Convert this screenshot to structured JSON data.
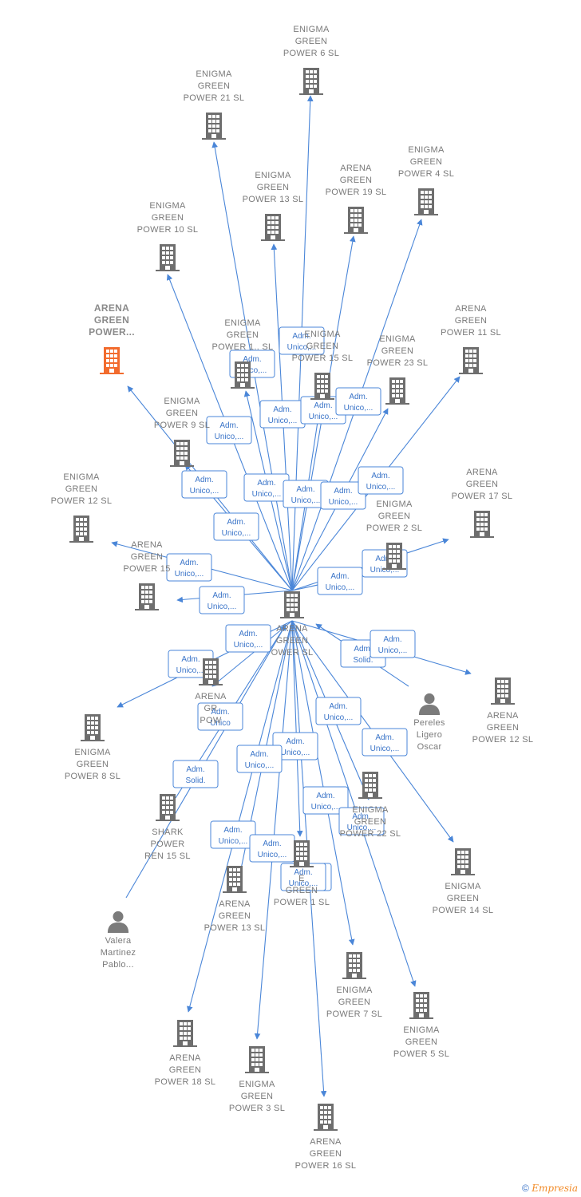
{
  "colors": {
    "edge": "#4a86d8",
    "company": "#6e6e6e",
    "focus_company": "#f26b2d",
    "person": "#7b7b7b",
    "badge_text": "#3a74c8"
  },
  "center": {
    "label": [
      "ARENA",
      "GREEN",
      "OWER  SL"
    ],
    "icon": "building-icon"
  },
  "nodes": [
    {
      "id": "n1",
      "type": "company",
      "label": [
        "ENIGMA",
        "GREEN",
        "POWER 6  SL"
      ]
    },
    {
      "id": "n2",
      "type": "company",
      "label": [
        "ENIGMA",
        "GREEN",
        "POWER 21  SL"
      ]
    },
    {
      "id": "n3",
      "type": "company",
      "label": [
        "ENIGMA",
        "GREEN",
        "POWER 4  SL"
      ]
    },
    {
      "id": "n4",
      "type": "company",
      "label": [
        "ENIGMA",
        "GREEN",
        "POWER 13  SL"
      ]
    },
    {
      "id": "n5",
      "type": "company",
      "label": [
        "ARENA",
        "GREEN",
        "POWER 19  SL"
      ]
    },
    {
      "id": "n6",
      "type": "company",
      "label": [
        "ENIGMA",
        "GREEN",
        "POWER 10  SL"
      ]
    },
    {
      "id": "n7",
      "type": "company",
      "focus": true,
      "label": [
        "ARENA",
        "GREEN",
        "POWER..."
      ]
    },
    {
      "id": "n8",
      "type": "company",
      "label": [
        "ARENA",
        "GREEN",
        "POWER 11  SL"
      ]
    },
    {
      "id": "n9",
      "type": "company",
      "label": [
        "ENIGMA",
        "GREEN",
        "POWER 1..  SL"
      ]
    },
    {
      "id": "n10",
      "type": "company",
      "label": [
        "ENIGMA",
        "GREEN",
        "POWER 15  SL"
      ]
    },
    {
      "id": "n11",
      "type": "company",
      "label": [
        "ENIGMA",
        "GREEN",
        "POWER 23  SL"
      ]
    },
    {
      "id": "n12",
      "type": "company",
      "label": [
        "ENIGMA",
        "GREEN",
        "POWER 9  SL"
      ]
    },
    {
      "id": "n13",
      "type": "company",
      "label": [
        "ENIGMA",
        "GREEN",
        "POWER 12  SL"
      ]
    },
    {
      "id": "n14",
      "type": "company",
      "label": [
        "ARENA",
        "GREEN",
        "POWER 17  SL"
      ]
    },
    {
      "id": "n15",
      "type": "company",
      "label": [
        "ENIGMA",
        "GREEN",
        "POWER 2  SL"
      ]
    },
    {
      "id": "n16",
      "type": "company",
      "label": [
        "ARENA",
        "GREEN",
        "POWER 15"
      ]
    },
    {
      "id": "n17",
      "type": "company",
      "label": [
        "ARENA",
        "GREEN",
        "POWER 12  SL"
      ]
    },
    {
      "id": "n18",
      "type": "person",
      "label": [
        "Pereles",
        "Ligero",
        "Oscar"
      ]
    },
    {
      "id": "n19",
      "type": "company",
      "label": [
        "ARENA",
        "GR",
        "POW"
      ]
    },
    {
      "id": "n20",
      "type": "company",
      "label": [
        "ENIGMA",
        "GREEN",
        "POWER 8  SL"
      ]
    },
    {
      "id": "n21",
      "type": "company",
      "label": [
        "SHARK",
        "POWER",
        "REN 15  SL"
      ]
    },
    {
      "id": "n22",
      "type": "company",
      "label": [
        "ENIGMA",
        "GREEN",
        "POWER 22  SL"
      ]
    },
    {
      "id": "n23",
      "type": "company",
      "label": [
        "ENIGMA",
        "GREEN",
        "POWER 14  SL"
      ]
    },
    {
      "id": "n24",
      "type": "company",
      "label": [
        "ARENA",
        "GREEN",
        "POWER 13  SL"
      ]
    },
    {
      "id": "n25",
      "type": "company",
      "label": [
        "E",
        "GREEN",
        "POWER 1  SL"
      ]
    },
    {
      "id": "n26",
      "type": "person",
      "label": [
        "Valera",
        "Martinez",
        "Pablo..."
      ]
    },
    {
      "id": "n27",
      "type": "company",
      "label": [
        "ENIGMA",
        "GREEN",
        "POWER 7  SL"
      ]
    },
    {
      "id": "n28",
      "type": "company",
      "label": [
        "ENIGMA",
        "GREEN",
        "POWER 5  SL"
      ]
    },
    {
      "id": "n29",
      "type": "company",
      "label": [
        "ARENA",
        "GREEN",
        "POWER 18  SL"
      ]
    },
    {
      "id": "n30",
      "type": "company",
      "label": [
        "ENIGMA",
        "GREEN",
        "POWER 3  SL"
      ]
    },
    {
      "id": "n31",
      "type": "company",
      "label": [
        "ARENA",
        "GREEN",
        "POWER 16  SL"
      ]
    }
  ],
  "edges": [
    {
      "from": "center",
      "to": "n1"
    },
    {
      "from": "center",
      "to": "n2"
    },
    {
      "from": "center",
      "to": "n3"
    },
    {
      "from": "center",
      "to": "n4"
    },
    {
      "from": "center",
      "to": "n5"
    },
    {
      "from": "center",
      "to": "n6"
    },
    {
      "from": "center",
      "to": "n7"
    },
    {
      "from": "center",
      "to": "n8"
    },
    {
      "from": "center",
      "to": "n9"
    },
    {
      "from": "center",
      "to": "n10"
    },
    {
      "from": "center",
      "to": "n11"
    },
    {
      "from": "center",
      "to": "n12"
    },
    {
      "from": "center",
      "to": "n13"
    },
    {
      "from": "center",
      "to": "n14"
    },
    {
      "from": "center",
      "to": "n15"
    },
    {
      "from": "center",
      "to": "n16"
    },
    {
      "from": "center",
      "to": "n17"
    },
    {
      "from": "n18",
      "to": "center"
    },
    {
      "from": "center",
      "to": "n20"
    },
    {
      "from": "center",
      "to": "n19"
    },
    {
      "from": "n21",
      "to": "center"
    },
    {
      "from": "n26",
      "to": "center"
    },
    {
      "from": "center",
      "to": "n22"
    },
    {
      "from": "center",
      "to": "n23"
    },
    {
      "from": "center",
      "to": "n24"
    },
    {
      "from": "center",
      "to": "n25"
    },
    {
      "from": "center",
      "to": "n27"
    },
    {
      "from": "center",
      "to": "n28"
    },
    {
      "from": "center",
      "to": "n29"
    },
    {
      "from": "center",
      "to": "n30"
    },
    {
      "from": "center",
      "to": "n31"
    }
  ],
  "badges": [
    [
      "Adm.",
      "Unico,..."
    ],
    [
      "Adm.",
      "Unico,..."
    ],
    [
      "Adm.",
      "Unico,..."
    ],
    [
      "Adm.",
      "Unico,..."
    ],
    [
      "Adm.",
      "Unico,..."
    ],
    [
      "Adm.",
      "Unico,..."
    ],
    [
      "Adm.",
      "Unico,..."
    ],
    [
      "Adm.",
      "Unico,..."
    ],
    [
      "Adm.",
      "Unico,..."
    ],
    [
      "Adm.",
      "Unico,..."
    ],
    [
      "Adm.",
      "Unico,..."
    ],
    [
      "Adm.",
      "Unico,..."
    ],
    [
      "Adm.",
      "Unico,..."
    ],
    [
      "Adm.",
      "Unico,..."
    ],
    [
      "Adm.",
      "Unico,..."
    ],
    [
      "Adm.",
      "Unico,..."
    ],
    [
      "Adm.",
      "Unico,..."
    ],
    [
      "Adm.",
      "Solid."
    ],
    [
      "Adm.",
      "Unico,..."
    ],
    [
      "Adm.",
      "Unico,..."
    ],
    [
      "Adm.",
      "Unico"
    ],
    [
      "Adm.",
      "Unico,..."
    ],
    [
      "Adm.",
      "Solid."
    ],
    [
      "Adm.",
      "Unico,..."
    ],
    [
      "Adm.",
      "Unico,..."
    ],
    [
      "Adm.",
      "Unico,..."
    ],
    [
      "Adm.",
      "Unico,..."
    ],
    [
      "Adm.",
      "Unico,..."
    ],
    [
      "Adm.",
      "Unico,..."
    ],
    [
      "Adm.",
      "Unico,..."
    ],
    [
      "Adm.",
      "Unico,..."
    ],
    [
      "Adm.",
      "Unico,..."
    ]
  ],
  "footer": {
    "copyright": "©",
    "brand": "Empresia"
  }
}
